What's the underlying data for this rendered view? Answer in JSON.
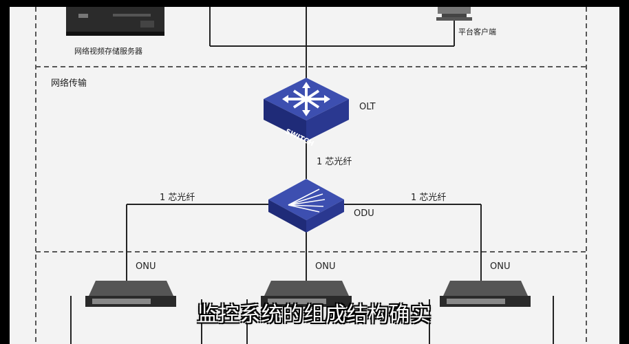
{
  "diagram": {
    "section_network": "网络传输",
    "storage_server_label": "网络视频存储服务器",
    "client_label": "平台客户端",
    "olt_label": "OLT",
    "odu_label": "ODU",
    "switch_text": "SWITCH",
    "fiber_top": "1 芯光纤",
    "fiber_left": "1 芯光纤",
    "fiber_right": "1 芯光纤",
    "onu_labels": [
      "ONU",
      "ONU",
      "ONU"
    ]
  },
  "subtitle": "监控系统的组成结构确实",
  "colors": {
    "background": "#f3f3f3",
    "device_blue": "#2f3f9a",
    "line": "#222222",
    "dashed": "#555555"
  }
}
